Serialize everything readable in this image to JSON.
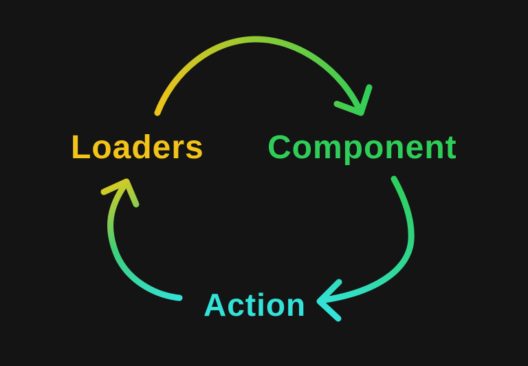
{
  "diagram": {
    "background_color": "#141414",
    "nodes": [
      {
        "id": "loaders",
        "label": "Loaders",
        "color": "#F2C318"
      },
      {
        "id": "component",
        "label": "Component",
        "color": "#2FCE58"
      },
      {
        "id": "action",
        "label": "Action",
        "color": "#33E2D8"
      }
    ],
    "edges": [
      {
        "from": "Loaders",
        "to": "Component",
        "shape": "arc-over-top",
        "gradient": [
          "#F2C318",
          "#8ACB35",
          "#2FCE58"
        ]
      },
      {
        "from": "Component",
        "to": "Action",
        "shape": "arc-right-down",
        "gradient": [
          "#2FCE58",
          "#31D898",
          "#33E2D8"
        ]
      },
      {
        "from": "Action",
        "to": "Loaders",
        "shape": "arc-left-up",
        "gradient": [
          "#33E2D8",
          "#3ECF79",
          "#E0CB1E"
        ]
      }
    ]
  }
}
